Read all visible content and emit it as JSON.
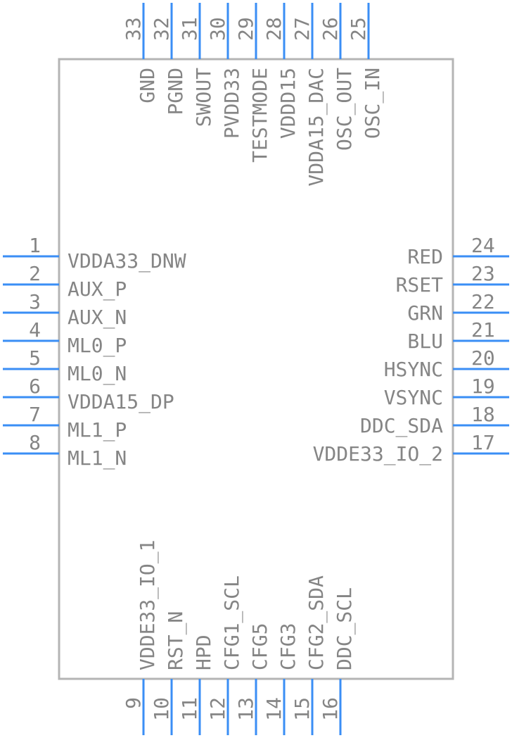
{
  "component": {
    "colors": {
      "pin": "#3a8ef5",
      "outline": "#b4b4b4",
      "text": "#858585"
    },
    "pins_top": [
      {
        "number": "33",
        "name": "GND"
      },
      {
        "number": "32",
        "name": "PGND"
      },
      {
        "number": "31",
        "name": "SWOUT"
      },
      {
        "number": "30",
        "name": "PVDD33"
      },
      {
        "number": "29",
        "name": "TESTMODE"
      },
      {
        "number": "28",
        "name": "VDDD15"
      },
      {
        "number": "27",
        "name": "VDDA15_DAC"
      },
      {
        "number": "26",
        "name": "OSC_OUT"
      },
      {
        "number": "25",
        "name": "OSC_IN"
      }
    ],
    "pins_left": [
      {
        "number": "1",
        "name": "VDDA33_DNW"
      },
      {
        "number": "2",
        "name": "AUX_P"
      },
      {
        "number": "3",
        "name": "AUX_N"
      },
      {
        "number": "4",
        "name": "ML0_P"
      },
      {
        "number": "5",
        "name": "ML0_N"
      },
      {
        "number": "6",
        "name": "VDDA15_DP"
      },
      {
        "number": "7",
        "name": "ML1_P"
      },
      {
        "number": "8",
        "name": "ML1_N"
      }
    ],
    "pins_right": [
      {
        "number": "24",
        "name": "RED"
      },
      {
        "number": "23",
        "name": "RSET"
      },
      {
        "number": "22",
        "name": "GRN"
      },
      {
        "number": "21",
        "name": "BLU"
      },
      {
        "number": "20",
        "name": "HSYNC"
      },
      {
        "number": "19",
        "name": "VSYNC"
      },
      {
        "number": "18",
        "name": "DDC_SDA"
      },
      {
        "number": "17",
        "name": "VDDE33_IO_2"
      }
    ],
    "pins_bottom": [
      {
        "number": "9",
        "name": "VDDE33_IO_1"
      },
      {
        "number": "10",
        "name": "RST_N"
      },
      {
        "number": "11",
        "name": "HPD"
      },
      {
        "number": "12",
        "name": "CFG1_SCL"
      },
      {
        "number": "13",
        "name": "CFG5"
      },
      {
        "number": "14",
        "name": "CFG3"
      },
      {
        "number": "15",
        "name": "CFG2_SDA"
      },
      {
        "number": "16",
        "name": "DDC_SCL"
      }
    ]
  }
}
